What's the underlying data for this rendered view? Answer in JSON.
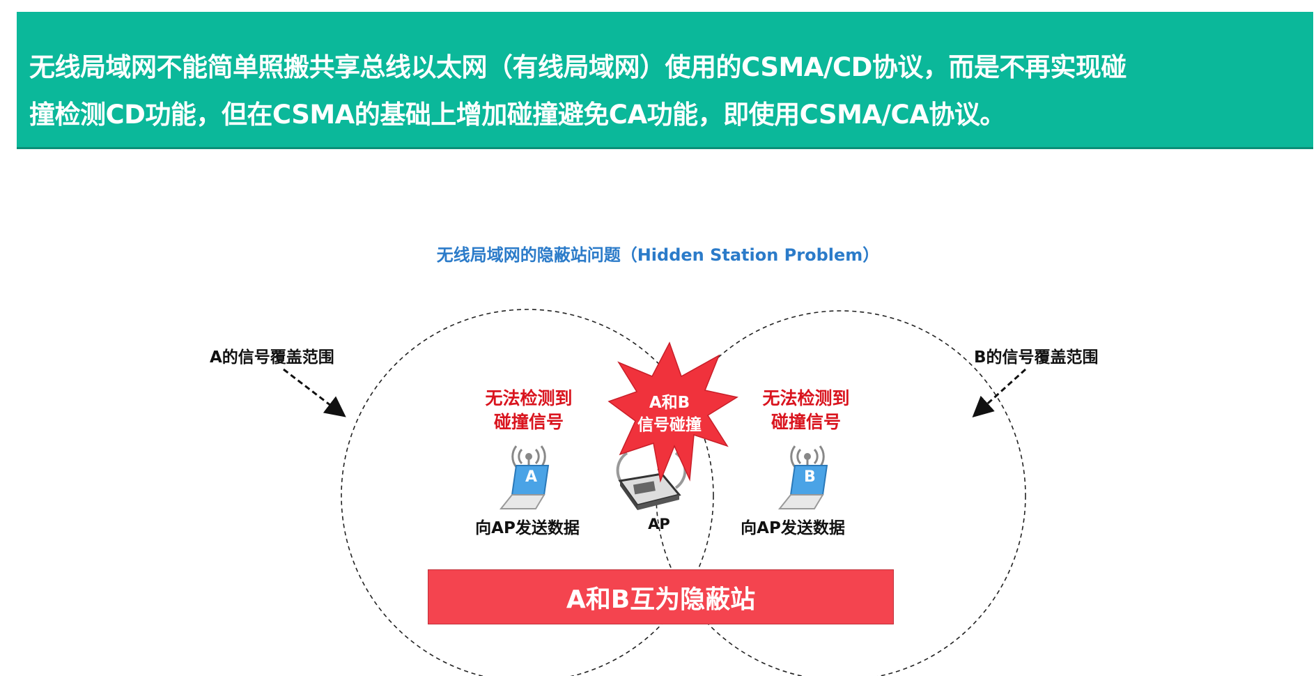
{
  "banner": {
    "line1": "无线局域网不能简单照搬共享总线以太网（有线局域网）使用的CSMA/CD协议，而是不再实现碰",
    "line2": "撞检测CD功能，但在CSMA的基础上增加碰撞避免CA功能，即使用CSMA/CA协议。"
  },
  "diagram": {
    "title": "无线局域网的隐蔽站问题（Hidden Station Problem）",
    "coverage_a": "A的信号覆盖范围",
    "coverage_b": "B的信号覆盖范围",
    "no_detect_line1": "无法检测到",
    "no_detect_line2": "碰撞信号",
    "station_a": "A",
    "station_b": "B",
    "send_label": "向AP发送数据",
    "ap_label": "AP",
    "collision_line1": "A和B",
    "collision_line2": "信号碰撞",
    "hidden_banner": "A和B互为隐蔽站",
    "colors": {
      "banner": "#0bb89a",
      "title": "#2b7bc9",
      "alert": "#d9141e",
      "burst": "#f0323c",
      "bar": "#f4444f"
    }
  }
}
